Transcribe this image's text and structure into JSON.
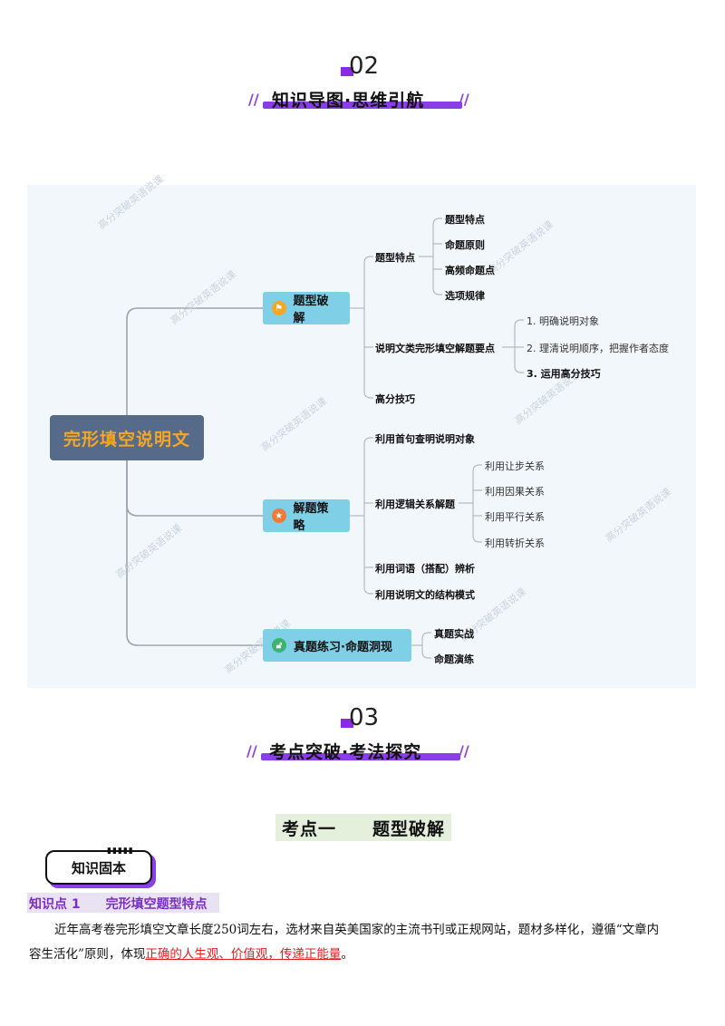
{
  "section2": {
    "number": "02",
    "title": "知识导图·思维引航"
  },
  "mindmap": {
    "root": "完形填空说明文",
    "branch1": {
      "label": "题型破解",
      "sub1": {
        "label": "题型特点",
        "items": [
          "题型特点",
          "命题原则",
          "高频命题点",
          "选项规律"
        ]
      },
      "sub2": {
        "label": "说明文类完形填空解题要点",
        "items": [
          "1. 明确说明对象",
          "2. 理清说明顺序，把握作者态度",
          "3. 运用高分技巧"
        ]
      },
      "sub3": {
        "label": "高分技巧"
      }
    },
    "branch2": {
      "label": "解题策略",
      "sub1": {
        "label": "利用首句查明说明对象"
      },
      "sub2": {
        "label": "利用逻辑关系解题",
        "items": [
          "利用让步关系",
          "利用因果关系",
          "利用平行关系",
          "利用转折关系"
        ]
      },
      "sub3": {
        "label": "利用词语（搭配）辨析"
      },
      "sub4": {
        "label": "利用说明文的结构模式"
      }
    },
    "branch3": {
      "label": "真题练习·命题洞现",
      "items": [
        "真题实战",
        "命题演练"
      ]
    },
    "icons": [
      "flag-icon",
      "star-icon",
      "lock-icon"
    ],
    "colors": {
      "root_bg": "#566a89",
      "root_text": "#f5a623",
      "branch_bg": "#7fd0e6"
    }
  },
  "section3": {
    "number": "03",
    "title": "考点突破·考法探究"
  },
  "kaodian": {
    "title": "考点一　　题型破解"
  },
  "badge": {
    "label": "知识固本"
  },
  "knowledge_point": {
    "label": "知识点 1　　完形填空题型特点",
    "para_line1": "近年高考卷完形填空文章长度250词左右，选材来自英美国家的主流书刊或正规网站，题材多样化，遵循“文章内",
    "para_line2_a": "容生活化”原则，体现",
    "para_line2_red": "正确的人生观、价值观，传递正能量",
    "para_line2_end": "。"
  }
}
